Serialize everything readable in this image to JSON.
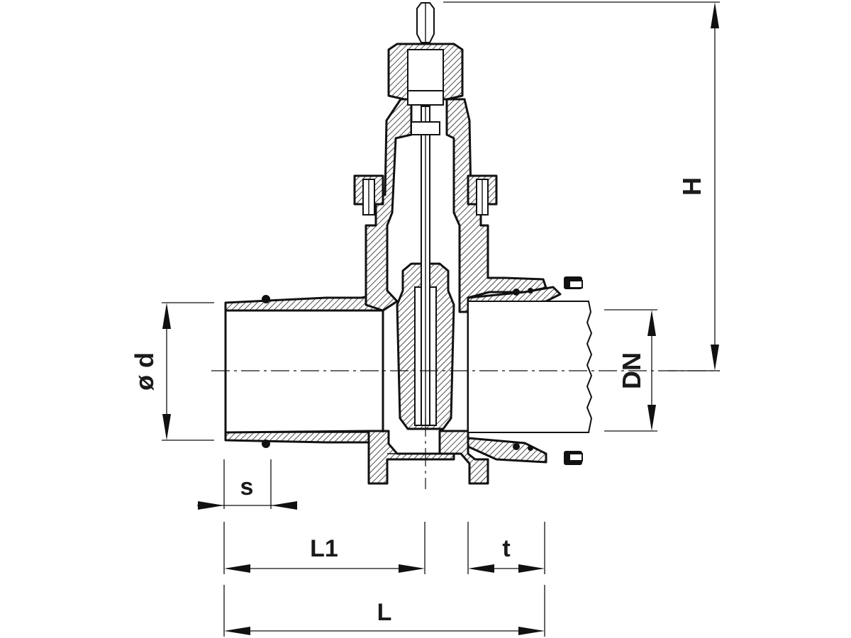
{
  "dimensions": {
    "overall_height": "H",
    "bore_diameter": "ø d",
    "nominal_diameter": "DN",
    "wall_thickness": "s",
    "socket_to_axis_length": "L1",
    "socket_depth": "t",
    "overall_length": "L"
  }
}
